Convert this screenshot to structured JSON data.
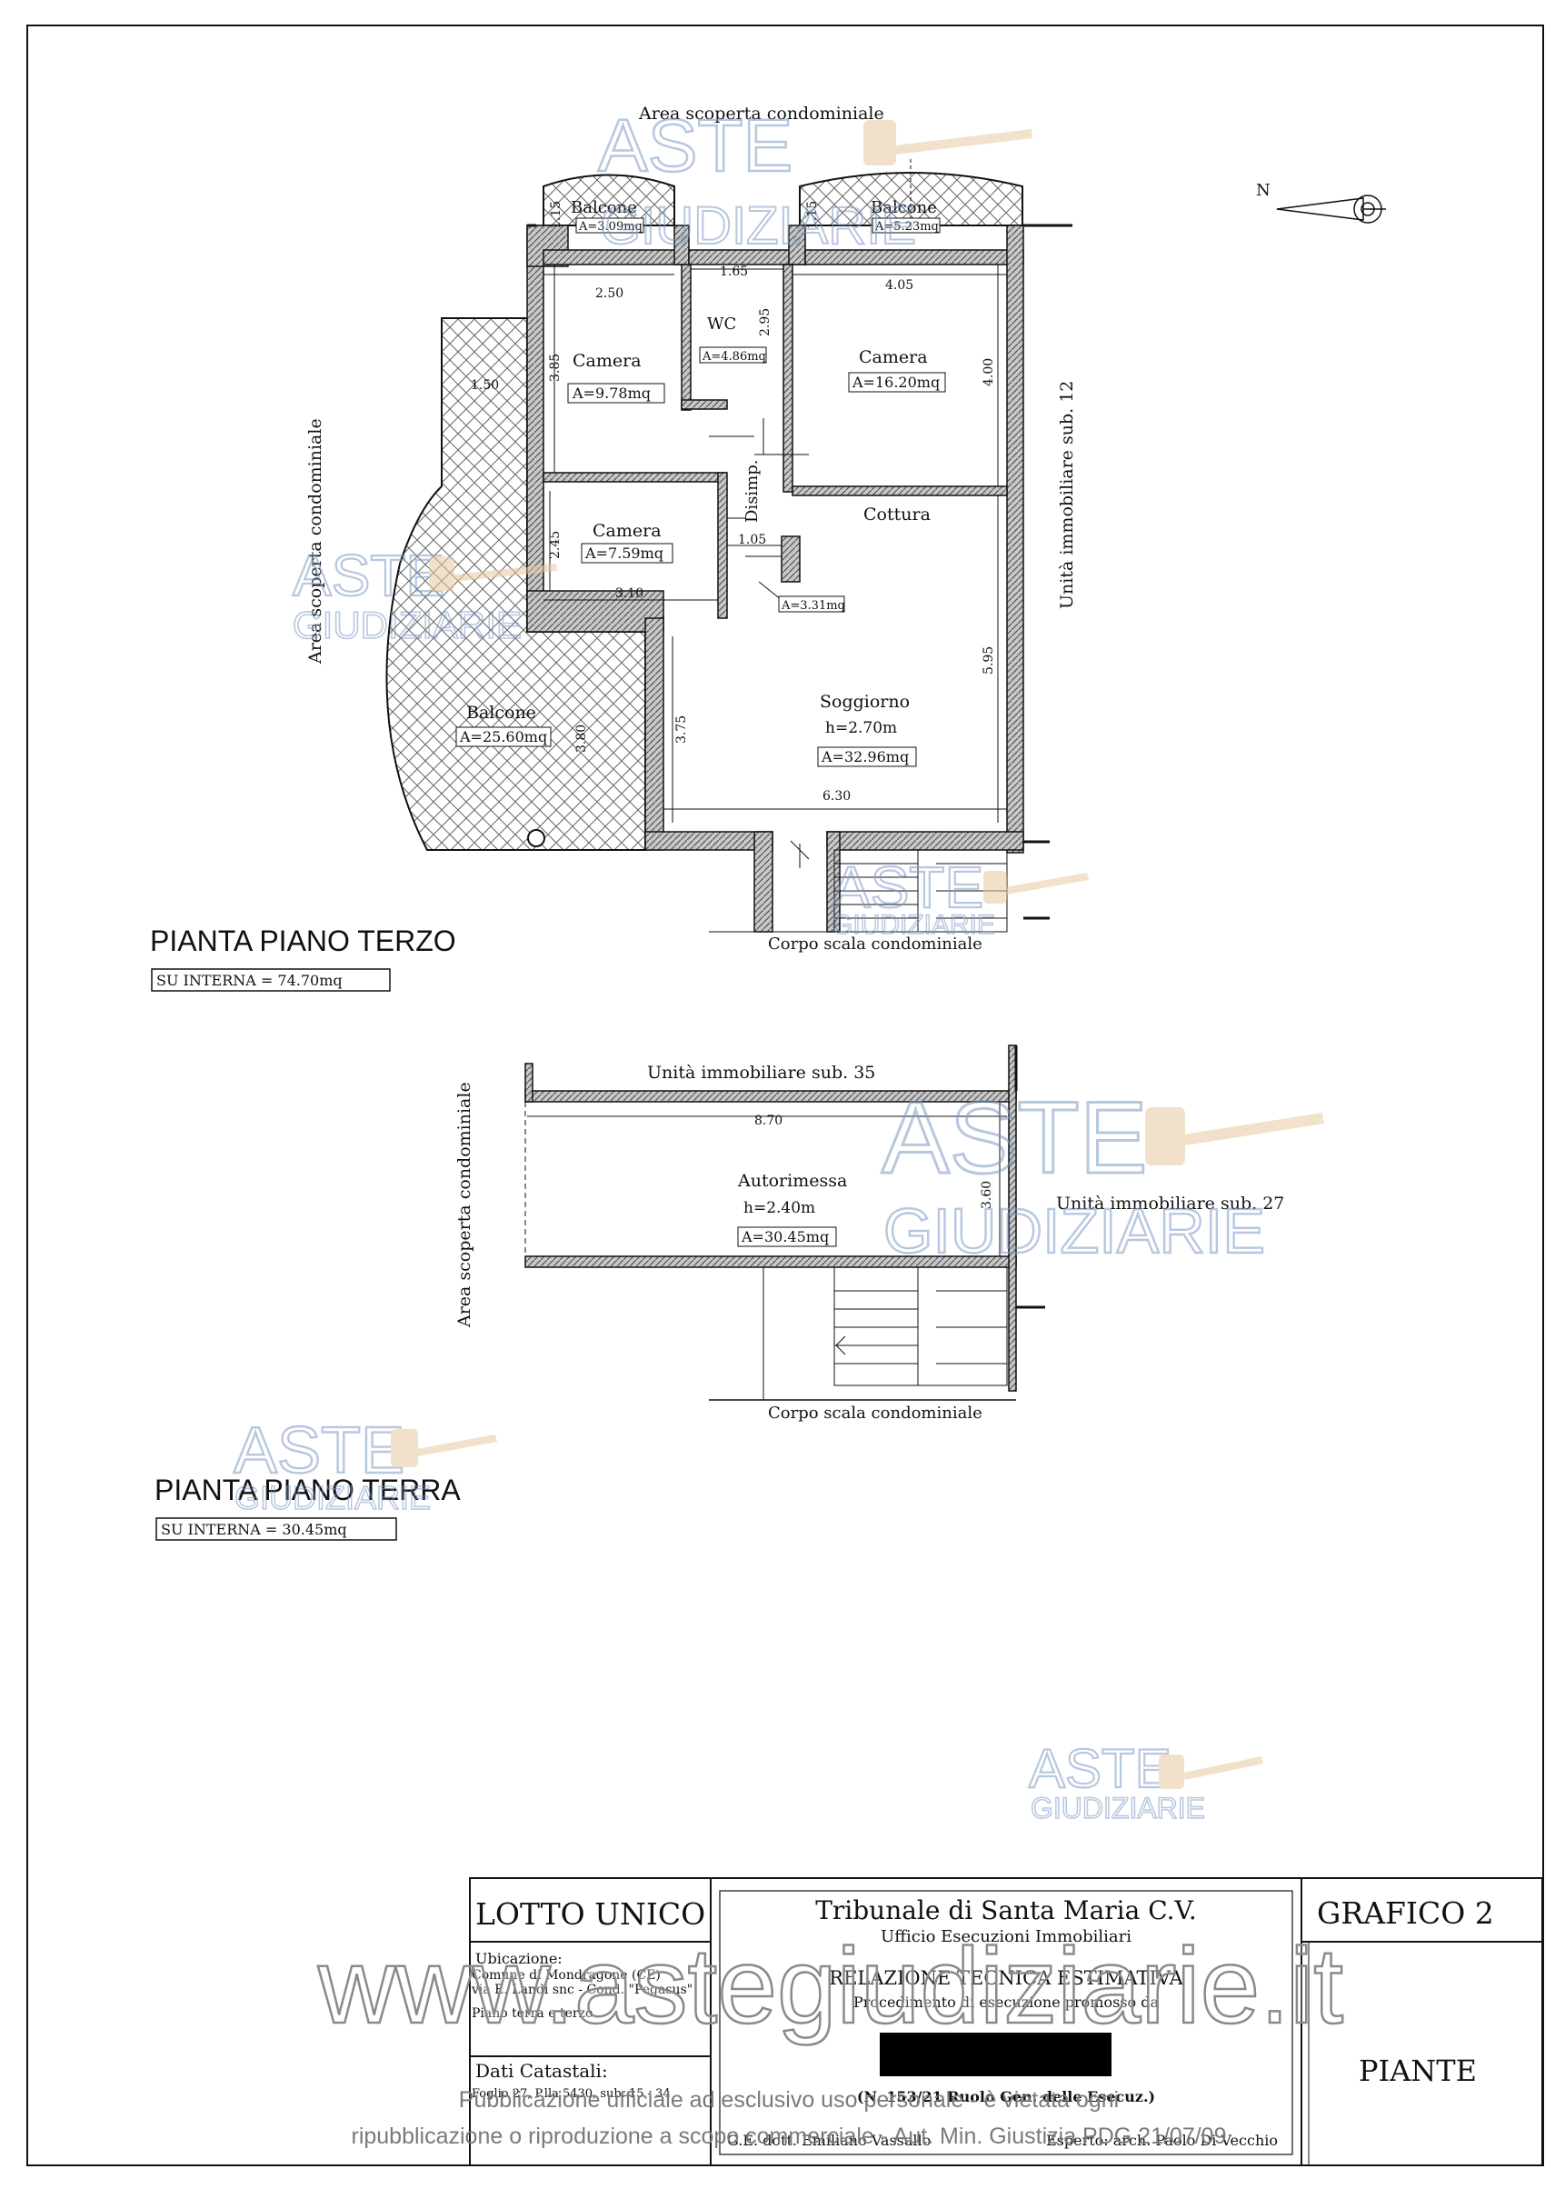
{
  "plan_terzo": {
    "title": "PIANTA  PIANO  TERZO",
    "su": "SU  INTERNA  =  74.70mq",
    "area_top": "Area  scoperta  condominiale",
    "area_left": "Area  scoperta  condominiale",
    "unita_right": "Unità  immobiliare  sub.  12",
    "corpo_scala": "Corpo  scala  condominiale",
    "north": "N",
    "rooms": {
      "balcone1": {
        "name": "Balcone",
        "area": "A=3.09mq"
      },
      "balcone2": {
        "name": "Balcone",
        "area": "A=5.23mq"
      },
      "wc": {
        "name": "WC",
        "area": "A=4.86mq"
      },
      "camera1": {
        "name": "Camera",
        "area": "A=9.78mq"
      },
      "camera2": {
        "name": "Camera",
        "area": "A=16.20mq"
      },
      "camera3": {
        "name": "Camera",
        "area": "A=7.59mq"
      },
      "disimp": {
        "name": "Disimp.",
        "area": "A=3.31mq"
      },
      "cottura": {
        "name": "Cottura"
      },
      "soggiorno": {
        "name": "Soggiorno",
        "height": "h=2.70m",
        "area": "A=32.96mq"
      },
      "balcone3": {
        "name": "Balcone",
        "area": "A=25.60mq"
      }
    },
    "dims": {
      "d115a": "1.15",
      "d115b": "1.15",
      "d165": "1.65",
      "d250": "2.50",
      "d405": "4.05",
      "d295": "2.95",
      "d385": "3.85",
      "d400": "4.00",
      "d150": "1.50",
      "d245": "2.45",
      "d105": "1.05",
      "d310": "3.10",
      "d595": "5.95",
      "d375": "3.75",
      "d380": "3.80",
      "d630": "6.30"
    }
  },
  "plan_terra": {
    "title": "PIANTA  PIANO  TERRA",
    "su": "SU  INTERNA  =  30.45mq",
    "unita_top": "Unità  immobiliare  sub.  35",
    "unita_right": "Unità  immobiliare  sub.  27",
    "area_left": "Area  scoperta  condominiale",
    "corpo_scala": "Corpo  scala  condominiale",
    "room": {
      "name": "Autorimessa",
      "height": "h=2.40m",
      "area": "A=30.45mq"
    },
    "dims": {
      "d870": "8.70",
      "d360": "3.60"
    }
  },
  "title_block": {
    "lotto": "LOTTO  UNICO",
    "ubicazione_label": "Ubicazione:",
    "ubicazione_lines": [
      "Comune di Mondragone (CE)",
      "via E. Landi snc - Cond. \"Pegasus\"",
      "Piano terra e terzo"
    ],
    "catastali_label": "Dati Catastali:",
    "catastali_line": "Foglio 27, P.lla 5430, sub. 15 - 34",
    "tribunale": "Tribunale di Santa Maria C.V.",
    "ufficio": "Ufficio Esecuzioni Immobiliari",
    "relazione": "RELAZIONE TECNICA ESTIMATIVA",
    "procedimento": "Procedimento di esecuzione promosso da",
    "ruolo": "(N. 153/21 Ruolo Gen. delle Esecuz.)",
    "ge": "G.E. dott. Emiliano Vassallo",
    "esperto": "Esperto: arch. Paolo Di Vecchio",
    "grafico": "GRAFICO  2",
    "piante": "PIANTE"
  },
  "watermark": {
    "brand_top": "ASTE",
    "brand_bottom": "GIUDIZIARIE",
    "url": "www.astegiudiziarie.it",
    "footer_line1": "Pubblicazione ufficiale ad esclusivo uso personale - è vietata ogni",
    "footer_line2": "ripubblicazione o riproduzione a scopo commerciale - Aut. Min. Giustizia PDG 21/07/09"
  },
  "colors": {
    "ink": "#111111",
    "wall": "#9a9a9a",
    "watermark_blue": "#7d9bc4",
    "watermark_gold": "#e8c9a0"
  }
}
